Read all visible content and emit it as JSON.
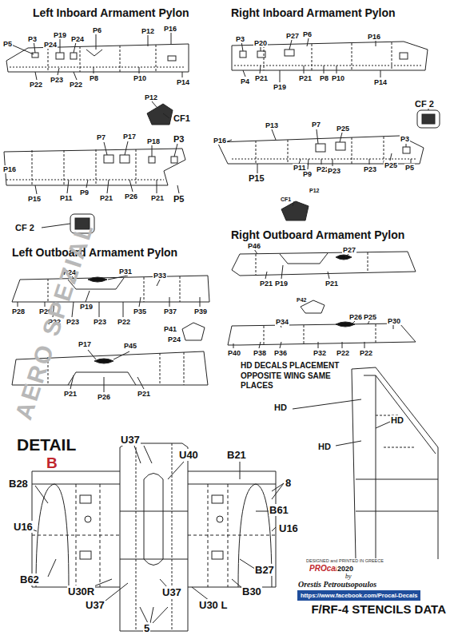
{
  "diagram": {
    "title": "F/RF-4 STENCILS DATA",
    "labels": [
      "Left Inboard Armament Pylon",
      "P5",
      "P3",
      "P19",
      "P24",
      "P24",
      "P6",
      "P12",
      "P16",
      "P22",
      "P23",
      "P22",
      "P8",
      "P10",
      "P14",
      "P12",
      "CF1",
      "P7",
      "P17",
      "P18",
      "P3",
      "P16",
      "P15",
      "P11",
      "P9",
      "P21",
      "P26",
      "P21",
      "P5",
      "CF 2",
      "Right Inboard Armament Pylon",
      "P3",
      "P20",
      "P27",
      "P6",
      "P16",
      "P4",
      "P21",
      "P19",
      "P21",
      "P8",
      "P10",
      "P14",
      "CF 2",
      "P13",
      "P7",
      "P25",
      "P3",
      "P16",
      "P15",
      "P11",
      "P9",
      "P22",
      "P23",
      "P23",
      "P25",
      "P5",
      "CF1",
      "P12",
      "Right Outboard Armament Pylon",
      "P46",
      "P27",
      "P21",
      "P19",
      "P21",
      "P42",
      "P26",
      "P25",
      "P30",
      "P34",
      "P40",
      "P38",
      "P36",
      "P32",
      "P22",
      "P22",
      "Left Outboard Armament Pylon",
      "P24",
      "P31",
      "P33",
      "P28",
      "P29",
      "P19",
      "P22",
      "P23",
      "P23",
      "P22",
      "P35",
      "P37",
      "P39",
      "P41",
      "P24",
      "P17",
      "P45",
      "P21",
      "P26",
      "P21",
      "HD DECALS PLACEMENT OPPOSITE WING SAME PLACES",
      "HD",
      "HD",
      "HD",
      "DETAIL",
      "B",
      "U37",
      "U40",
      "B21",
      "B28",
      "8",
      "U16",
      "B61",
      "U16",
      "B62",
      "B27",
      "U30R",
      "U37",
      "U37",
      "B30",
      "U30 L",
      "5",
      "DESIGNED and PRINTED IN GREECE",
      "PROcal",
      "2020",
      "by",
      "Orestis Petroutsopoulos",
      "https://www.facebook.com/Procal-Decals",
      "AERO SPEZIAL"
    ]
  }
}
